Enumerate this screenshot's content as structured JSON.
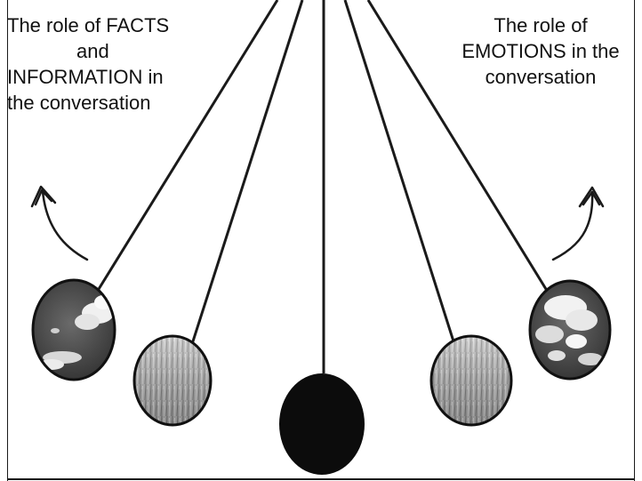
{
  "left_label": {
    "line1": "The role of FACTS",
    "line2": "and",
    "line3": "INFORMATION in",
    "line4": "the conversation"
  },
  "right_label": {
    "line1": "The role of",
    "line2": "EMOTIONS in the",
    "line3": "conversation"
  },
  "colors": {
    "line": "#1a1a1a",
    "center_ball": "#0c0c0c",
    "grass_light": "#cfcfcf",
    "grass_dark": "#7a7a7a",
    "sky_dark": "#3a3a3a",
    "cloud": "#f2f2f2"
  },
  "balls": [
    {
      "id": "left-outer",
      "fill": "sky"
    },
    {
      "id": "left-inner",
      "fill": "grass"
    },
    {
      "id": "center",
      "fill": "solid"
    },
    {
      "id": "right-inner",
      "fill": "grass"
    },
    {
      "id": "right-outer",
      "fill": "sky"
    }
  ]
}
